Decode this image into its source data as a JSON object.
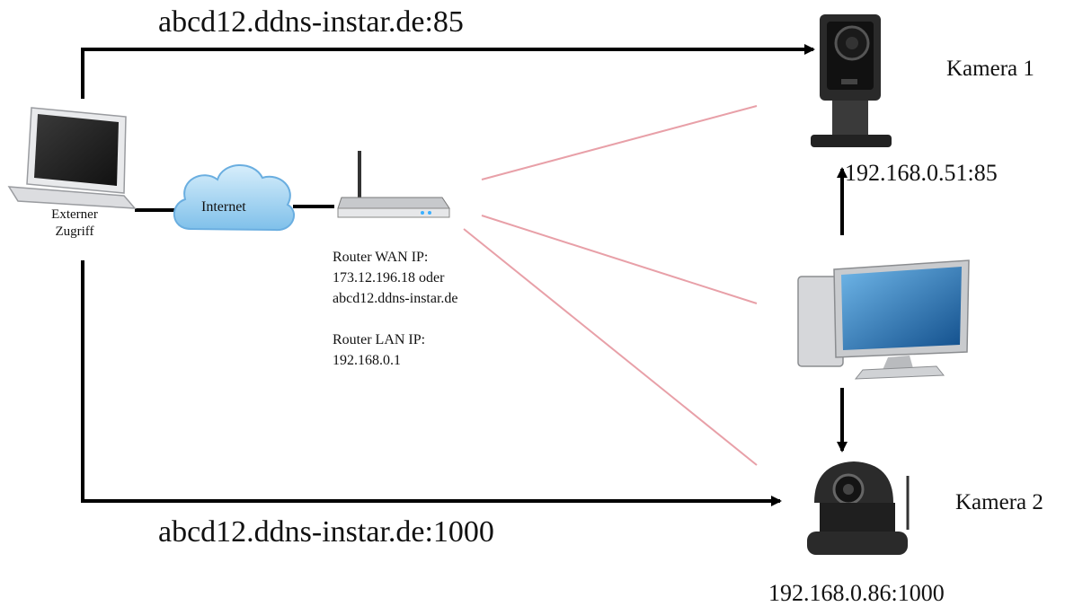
{
  "top_url": "abcd12.ddns-instar.de:85",
  "bottom_url": "abcd12.ddns-instar.de:1000",
  "laptop": {
    "label_line1": "Externer",
    "label_line2": "Zugriff"
  },
  "cloud": {
    "label": "Internet"
  },
  "router": {
    "wan_label": "Router WAN IP:",
    "wan_ip": "173.12.196.18  oder",
    "wan_host": "abcd12.ddns-instar.de",
    "lan_label": "Router LAN IP:",
    "lan_ip": "192.168.0.1"
  },
  "camera1": {
    "name": "Kamera 1",
    "address": "192.168.0.51:85"
  },
  "camera2": {
    "name": "Kamera 2",
    "address": "192.168.0.86:1000"
  },
  "colors": {
    "arrow": "#000000",
    "link": "#e8a0a8",
    "cloud": "#7fc0ea",
    "monitor": "#1f6fb0"
  }
}
